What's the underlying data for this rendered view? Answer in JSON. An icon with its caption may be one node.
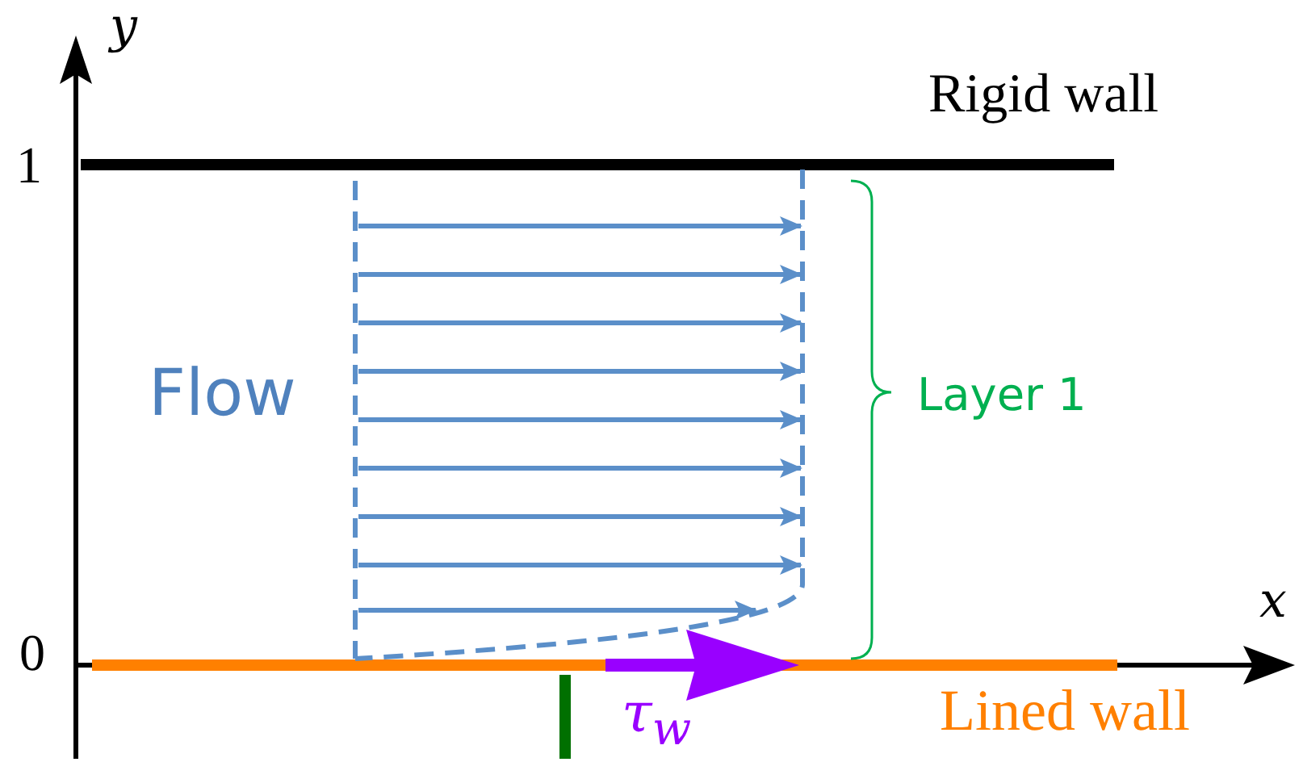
{
  "diagram": {
    "labels": [
      "y",
      "1",
      "Rigid wall",
      "Flow",
      "Layer 1",
      "x",
      "0",
      "τ$_{w}$",
      "Lined wall"
    ]
  }
}
